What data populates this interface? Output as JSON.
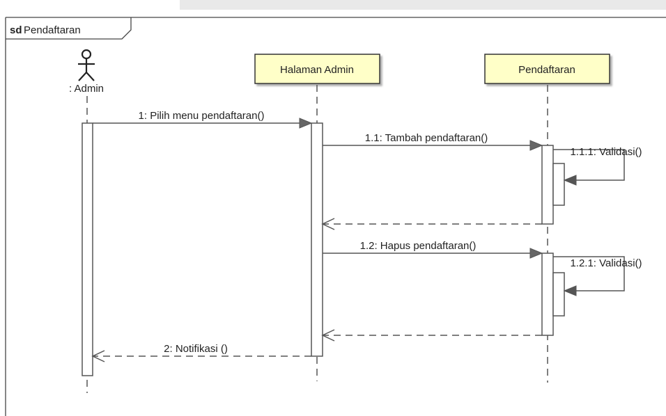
{
  "frame": {
    "keyword": "sd",
    "name": "Pendaftaran"
  },
  "lifelines": [
    {
      "id": "admin",
      "label": ": Admin",
      "kind": "actor"
    },
    {
      "id": "halaman",
      "label": "Halaman Admin",
      "kind": "object"
    },
    {
      "id": "pendaftaran",
      "label": "Pendaftaran",
      "kind": "object"
    }
  ],
  "messages": [
    {
      "id": "m1",
      "label": "1: Pilih menu pendaftaran()",
      "kind": "sync"
    },
    {
      "id": "m11",
      "label": "1.1: Tambah pendaftaran()",
      "kind": "sync"
    },
    {
      "id": "m111",
      "label": "1.1.1: Validasi()",
      "kind": "self"
    },
    {
      "id": "r11",
      "label": "",
      "kind": "return"
    },
    {
      "id": "m12",
      "label": "1.2: Hapus pendaftaran()",
      "kind": "sync"
    },
    {
      "id": "m121",
      "label": "1.2.1: Validasi()",
      "kind": "self"
    },
    {
      "id": "r12",
      "label": "",
      "kind": "return"
    },
    {
      "id": "m2",
      "label": "2: Notifikasi ()",
      "kind": "return"
    }
  ],
  "colors": {
    "object_fill": "#ffffc8",
    "object_border": "#333333",
    "line": "#555555",
    "arrowhead": "#555555"
  }
}
